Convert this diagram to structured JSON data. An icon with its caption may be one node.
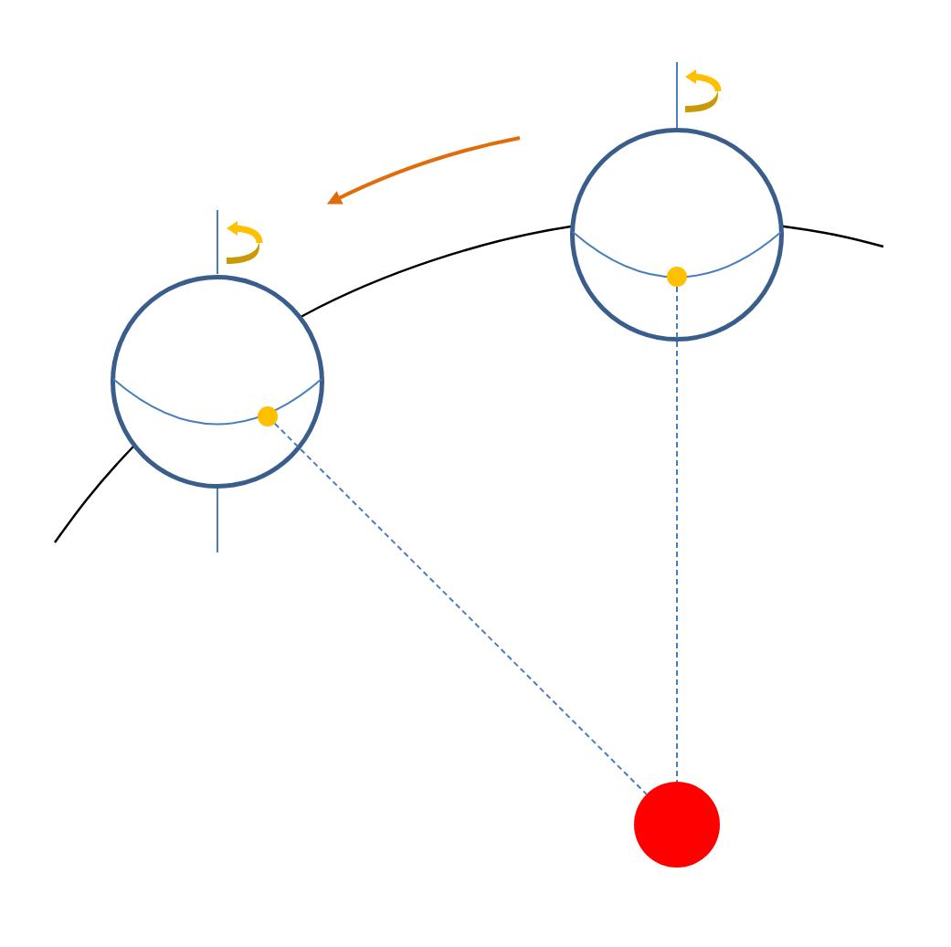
{
  "diagram": {
    "nodes": [
      {
        "text": [],
        "shape": "circle"
      },
      {
        "text": [],
        "shape": "circle",
        "in": 0
      },
      {
        "text": [],
        "shape": "circle"
      },
      {
        "text": [],
        "shape": "circle",
        "in": 2
      },
      {
        "text": [],
        "shape": "circle"
      }
    ],
    "edges": [
      {
        "from": 1,
        "to": 4,
        "arrow": "none",
        "style": "dashed"
      },
      {
        "from": 3,
        "to": 4,
        "arrow": "none",
        "style": "dashed"
      }
    ]
  }
}
